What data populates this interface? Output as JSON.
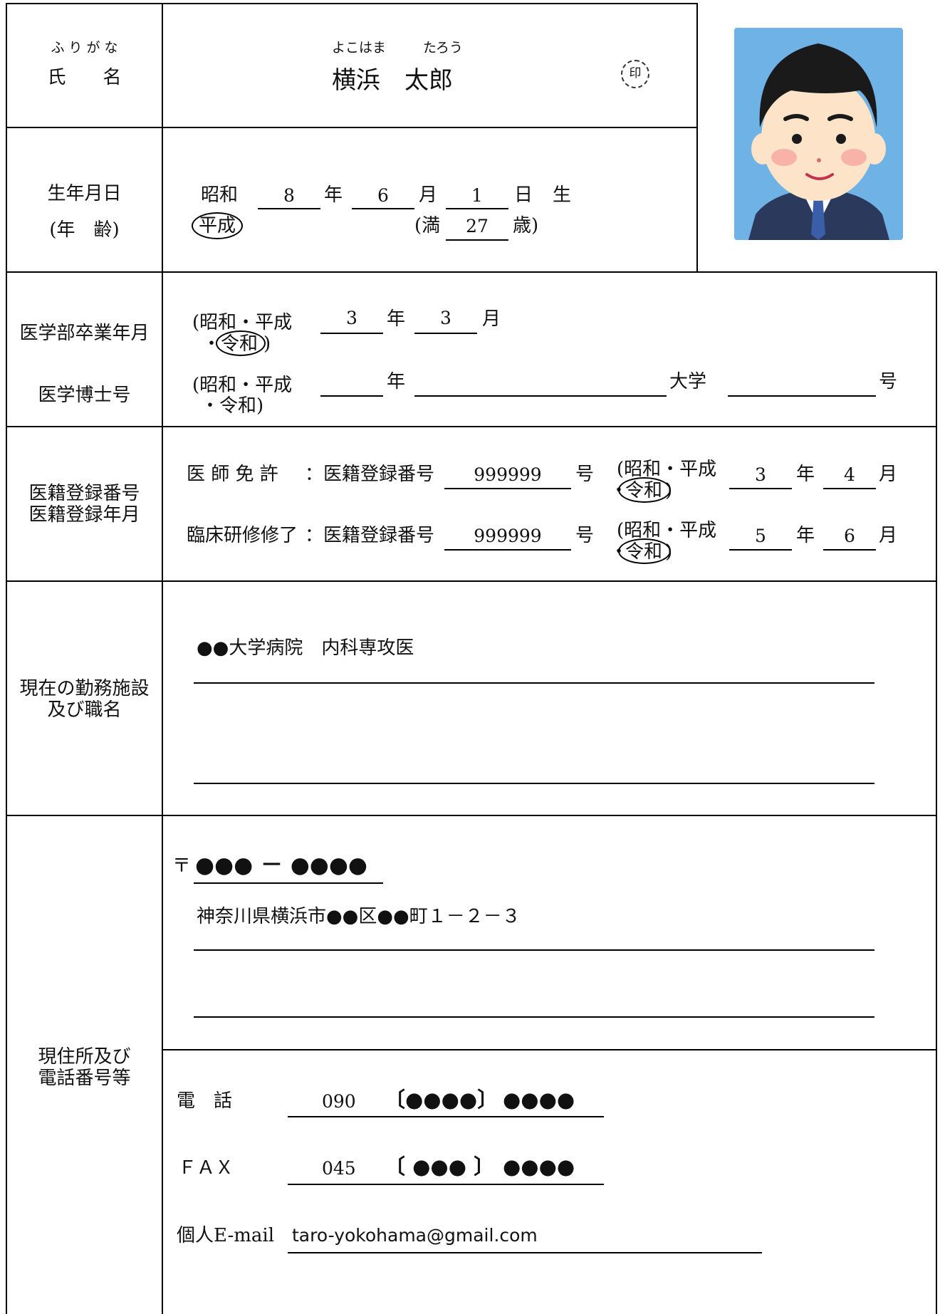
{
  "name": {
    "furigana_label": "ふ り が な",
    "label": "氏　　名",
    "furigana_last": "よこはま",
    "furigana_first": "たろう",
    "full_name": "横浜　太郎",
    "seal": "印"
  },
  "birth": {
    "label": "生年月日",
    "age_label": "(年　齢)",
    "era_showa": "昭和",
    "year": "8",
    "year_unit": "年",
    "month": "6",
    "month_unit": "月",
    "day": "1",
    "day_unit": "日",
    "born": "生",
    "era_heisei": "平成",
    "age_prefix": "(満",
    "age": "27",
    "age_suffix": "歳)"
  },
  "medical_school": {
    "graduation_label": "医学部卒業年月",
    "graduation_era": "(昭和・平成",
    "graduation_era_reiwa_dot": "・",
    "graduation_era_reiwa": "令和",
    "graduation_era_close": ")",
    "graduation_year": "3",
    "graduation_year_unit": "年",
    "graduation_month": "3",
    "graduation_month_unit": "月",
    "phd_label": "医学博士号",
    "phd_era": "(昭和・平成",
    "phd_era_reiwa": "・令和)",
    "phd_year_unit": "年",
    "phd_university_unit": "大学",
    "phd_number_unit": "号"
  },
  "registration": {
    "label_line1": "医籍登録番号",
    "label_line2": "医籍登録年月",
    "license_label": "医 師 免 許",
    "colon": "：医籍登録番号",
    "license_number": "999999",
    "number_unit": "号",
    "era_open": "(昭和・平成",
    "era_dot": "・",
    "era_reiwa": "令和",
    "era_close": ")",
    "license_year": "3",
    "year_unit": "年",
    "license_month": "4",
    "month_unit": "月",
    "training_label": "臨床研修修了",
    "training_number": "999999",
    "training_year": "5",
    "training_month": "6"
  },
  "workplace": {
    "label_line1": "現在の勤務施設",
    "label_line2": "及び職名",
    "value": "●●大学病院　内科専攻医"
  },
  "address": {
    "label_line1": "現住所及び",
    "label_line2": "電話番号等",
    "postal_mark": "〒",
    "postal_code": "●●● － ●●●●",
    "address_line": "神奈川県横浜市●●区●●町１－２－３",
    "phone_label": "電　話",
    "phone_area": "090",
    "phone_mid": "〔●●●●〕",
    "phone_last": "●●●●",
    "fax_label": "ＦＡＸ",
    "fax_area": "045",
    "fax_mid": "〔 ●●● 〕",
    "fax_last": "●●●●",
    "email_label": "個人E-mail",
    "email": "taro-yokohama@gmail.com"
  },
  "photo": {
    "background_color": "#6fb3e6",
    "hair_color": "#1a1a1a",
    "skin_color": "#fde3c8",
    "cheek_color": "#f6a5a0",
    "suit_color": "#2b3a5c",
    "tie_color": "#3a5ea8"
  }
}
